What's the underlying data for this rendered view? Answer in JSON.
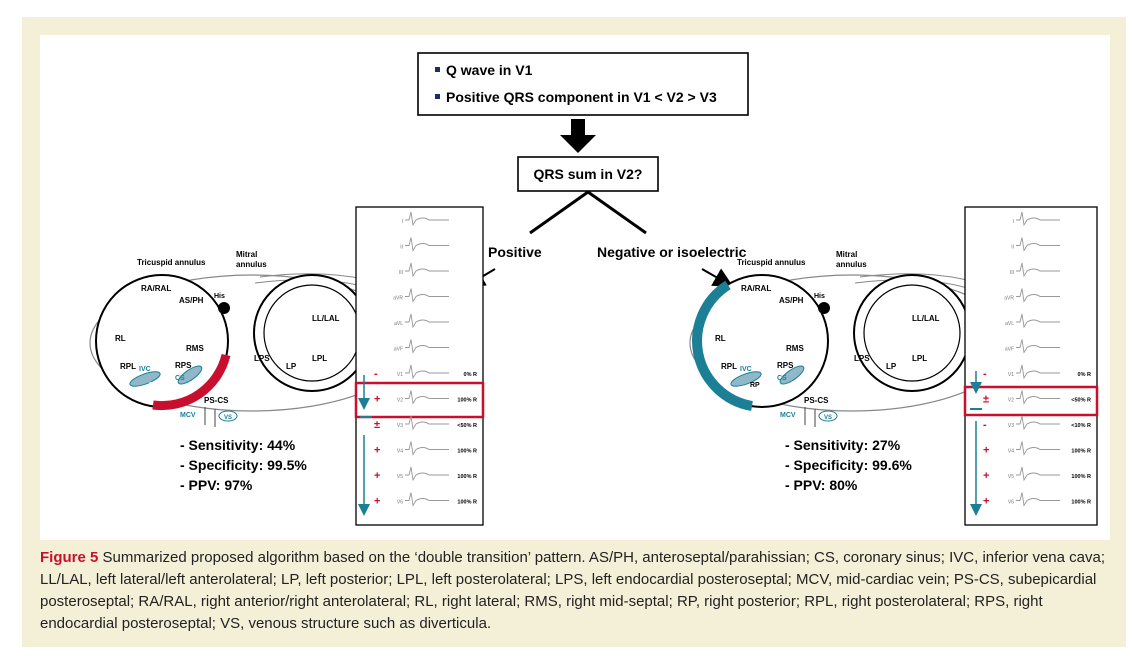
{
  "criteria_box": {
    "items": [
      "Q wave in V1",
      "Positive QRS component in V1 < V2 > V3"
    ]
  },
  "decision_box": {
    "question": "QRS sum in V2?"
  },
  "branches": {
    "left": "Positive",
    "right": "Negative or isoelectric"
  },
  "diagram_labels": {
    "tricuspid": "Tricuspid annulus",
    "mitral": [
      "Mitral",
      "annulus"
    ],
    "ra_ral": "RA/RAL",
    "as_ph": "AS/PH",
    "his": "His",
    "rl": "RL",
    "rms": "RMS",
    "rpl": "RPL",
    "rps": "RPS",
    "ivc": "IVC",
    "cs": "CS",
    "rp": "RP",
    "ll_lal": "LL/LAL",
    "lps": "LPS",
    "lp": "LP",
    "lpl": "LPL",
    "ps_cs": "PS-CS",
    "mcv": "MCV",
    "vs": "VS"
  },
  "ecg_leads": [
    "I",
    "II",
    "III",
    "aVR",
    "aVL",
    "aVF",
    "V1",
    "V2",
    "V3",
    "V4",
    "V5",
    "V6"
  ],
  "left_panel": {
    "stats": [
      "- Sensitivity: 44%",
      "- Specificity: 99.5%",
      "- PPV: 97%"
    ],
    "signs": [
      "-",
      "+",
      "±",
      "+",
      "+",
      "+"
    ],
    "percents": [
      "0% R",
      "100% R",
      "<50% R",
      "100% R",
      "100% R",
      "100% R"
    ]
  },
  "right_panel": {
    "stats": [
      "- Sensitivity: 27%",
      "- Specificity: 99.6%",
      "- PPV: 80%"
    ],
    "signs": [
      "-",
      "±",
      "-",
      "+",
      "+",
      "+"
    ],
    "percents": [
      "0% R",
      "<50% R",
      "<10% R",
      "100% R",
      "100% R",
      "100% R"
    ]
  },
  "colors": {
    "highlight_red": "#c8102e",
    "teal": "#1b7f95",
    "caption_bg": "#f4efd7"
  },
  "caption": {
    "label": "Figure 5",
    "text": "Summarized proposed algorithm based on the ‘double transition’ pattern. AS/PH, anteroseptal/parahissian; CS, coronary sinus; IVC, inferior vena cava; LL/LAL, left lateral/left anterolateral; LP, left posterior; LPL, left posterolateral; LPS, left endocardial posteroseptal; MCV, mid-cardiac vein; PS-CS, subepicardial posteroseptal; RA/RAL, right anterior/right anterolateral; RL, right lateral; RMS, right mid-septal; RP, right posterior; RPL, right posterolateral; RPS, right endocardial posteroseptal; VS, venous structure such as diverticula."
  }
}
